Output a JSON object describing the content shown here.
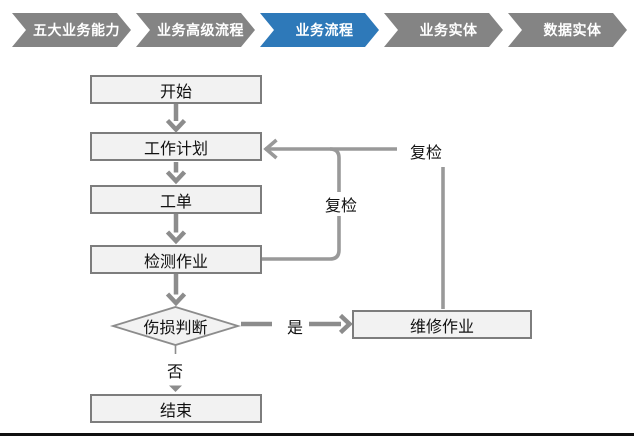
{
  "banner": {
    "steps": [
      {
        "label": "五大业务能力",
        "active": false
      },
      {
        "label": "业务高级流程",
        "active": false
      },
      {
        "label": "业务流程",
        "active": true
      },
      {
        "label": "业务实体",
        "active": false
      },
      {
        "label": "数据实体",
        "active": false
      }
    ],
    "colors": {
      "inactive": "#848484",
      "active": "#2E79B9",
      "text": "#ffffff"
    }
  },
  "flowchart": {
    "nodes": {
      "start": "开始",
      "work_plan": "工作计划",
      "work_order": "工单",
      "inspection": "检测作业",
      "damage_decision": "伤损判断",
      "repair": "维修作业",
      "end": "结束"
    },
    "edge_labels": {
      "recheck_inner": "复检",
      "recheck_outer": "复检",
      "yes": "是",
      "no": "否"
    },
    "colors": {
      "node_fill": "#f2f2f2",
      "node_border": "#7d7d7d",
      "arrow": "#8c8c8c",
      "loop_line": "#999999",
      "text": "#111111"
    }
  }
}
